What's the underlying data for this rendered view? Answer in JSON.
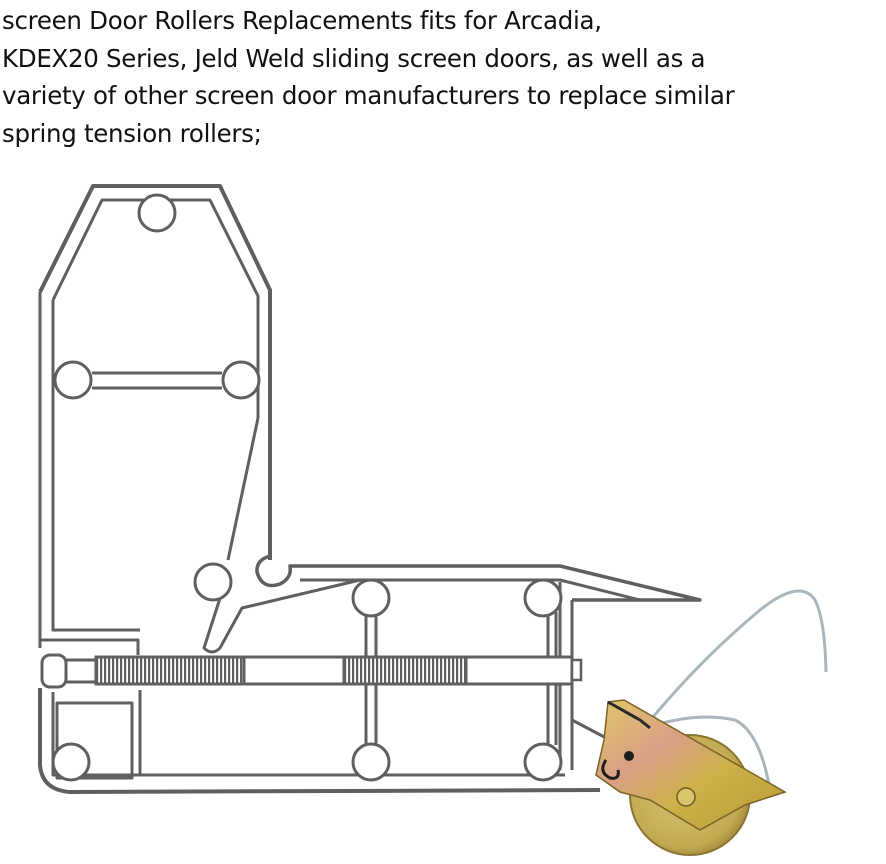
{
  "caption": {
    "lines": [
      "screen Door Rollers Replacements fits for Arcadia,",
      "KDEX20 Series, Jeld Weld sliding screen doors, as well as a",
      "variety of other screen door manufacturers to replace similar",
      "spring tension rollers;"
    ]
  },
  "diagram": {
    "subject": "sliding screen door frame corner cross-section with spring tension roller",
    "colors": {
      "outline": "#5f5f5f",
      "background": "#ffffff",
      "roller_brass": "#c9b04a",
      "roller_pink": "#d89a7a",
      "wire": "#a9b6bd"
    }
  }
}
